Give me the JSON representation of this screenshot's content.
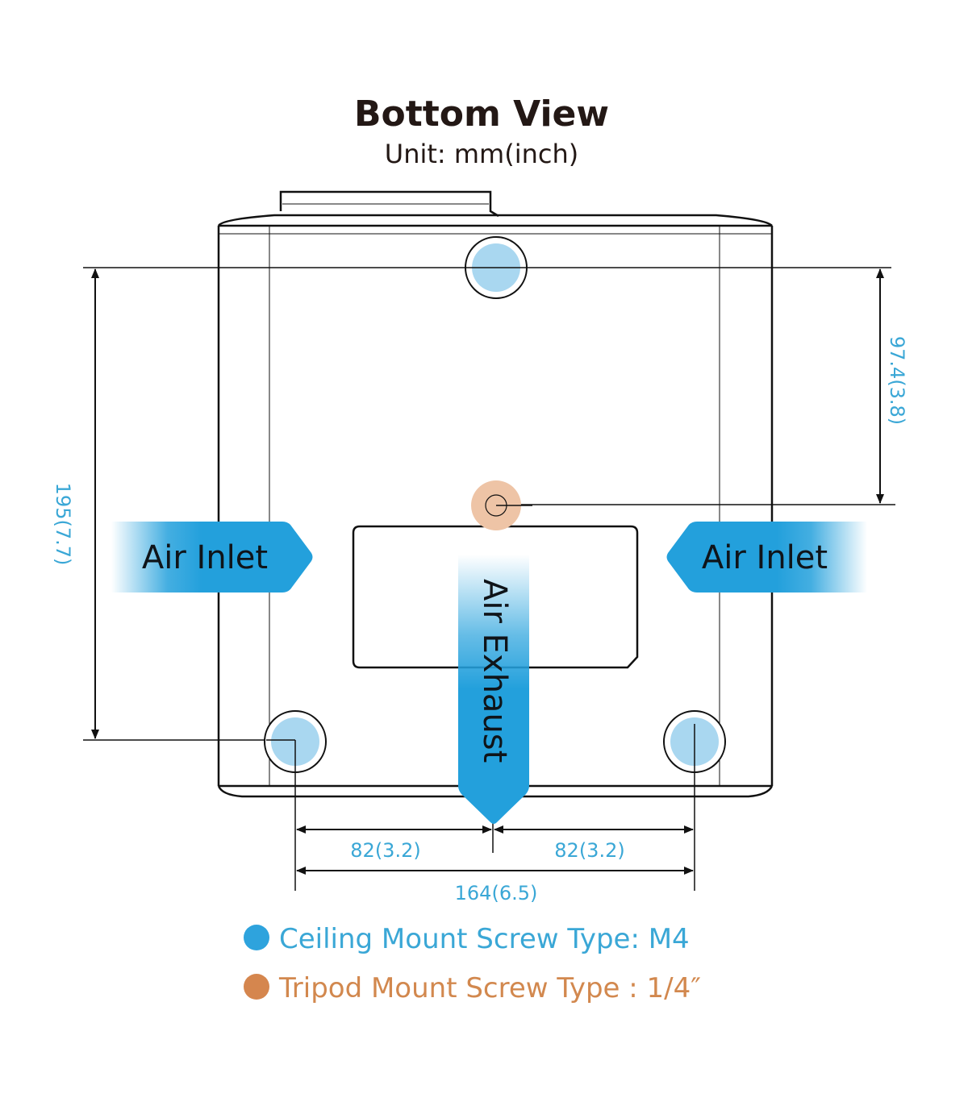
{
  "header": {
    "title": "Bottom View",
    "subtitle": "Unit: mm(inch)"
  },
  "airflow": {
    "left_inlet": "Air Inlet",
    "right_inlet": "Air Inlet",
    "exhaust": "Air Exhaust"
  },
  "dimensions": {
    "ceiling_to_tripod_vertical": "97.4(3.8)",
    "front_to_rear_mount": "195(7.7)",
    "left_half_width": "82(3.2)",
    "right_half_width": "82(3.2)",
    "total_mount_width": "164(6.5)"
  },
  "legend": [
    {
      "label": "Ceiling Mount Screw Type: M4",
      "color": "#2ea3dd",
      "icon": "blue-dot-icon"
    },
    {
      "label": "Tripod Mount Screw Type : 1/4″",
      "color": "#d5864e",
      "icon": "orange-dot-icon"
    }
  ],
  "colors": {
    "accent_blue": "#23a0dc",
    "mount_fill": "#a9d7f0",
    "tripod_fill": "#eec4a6",
    "dim_text": "#3aa7d6",
    "tripod_text": "#d2884e",
    "outline": "#111111"
  }
}
